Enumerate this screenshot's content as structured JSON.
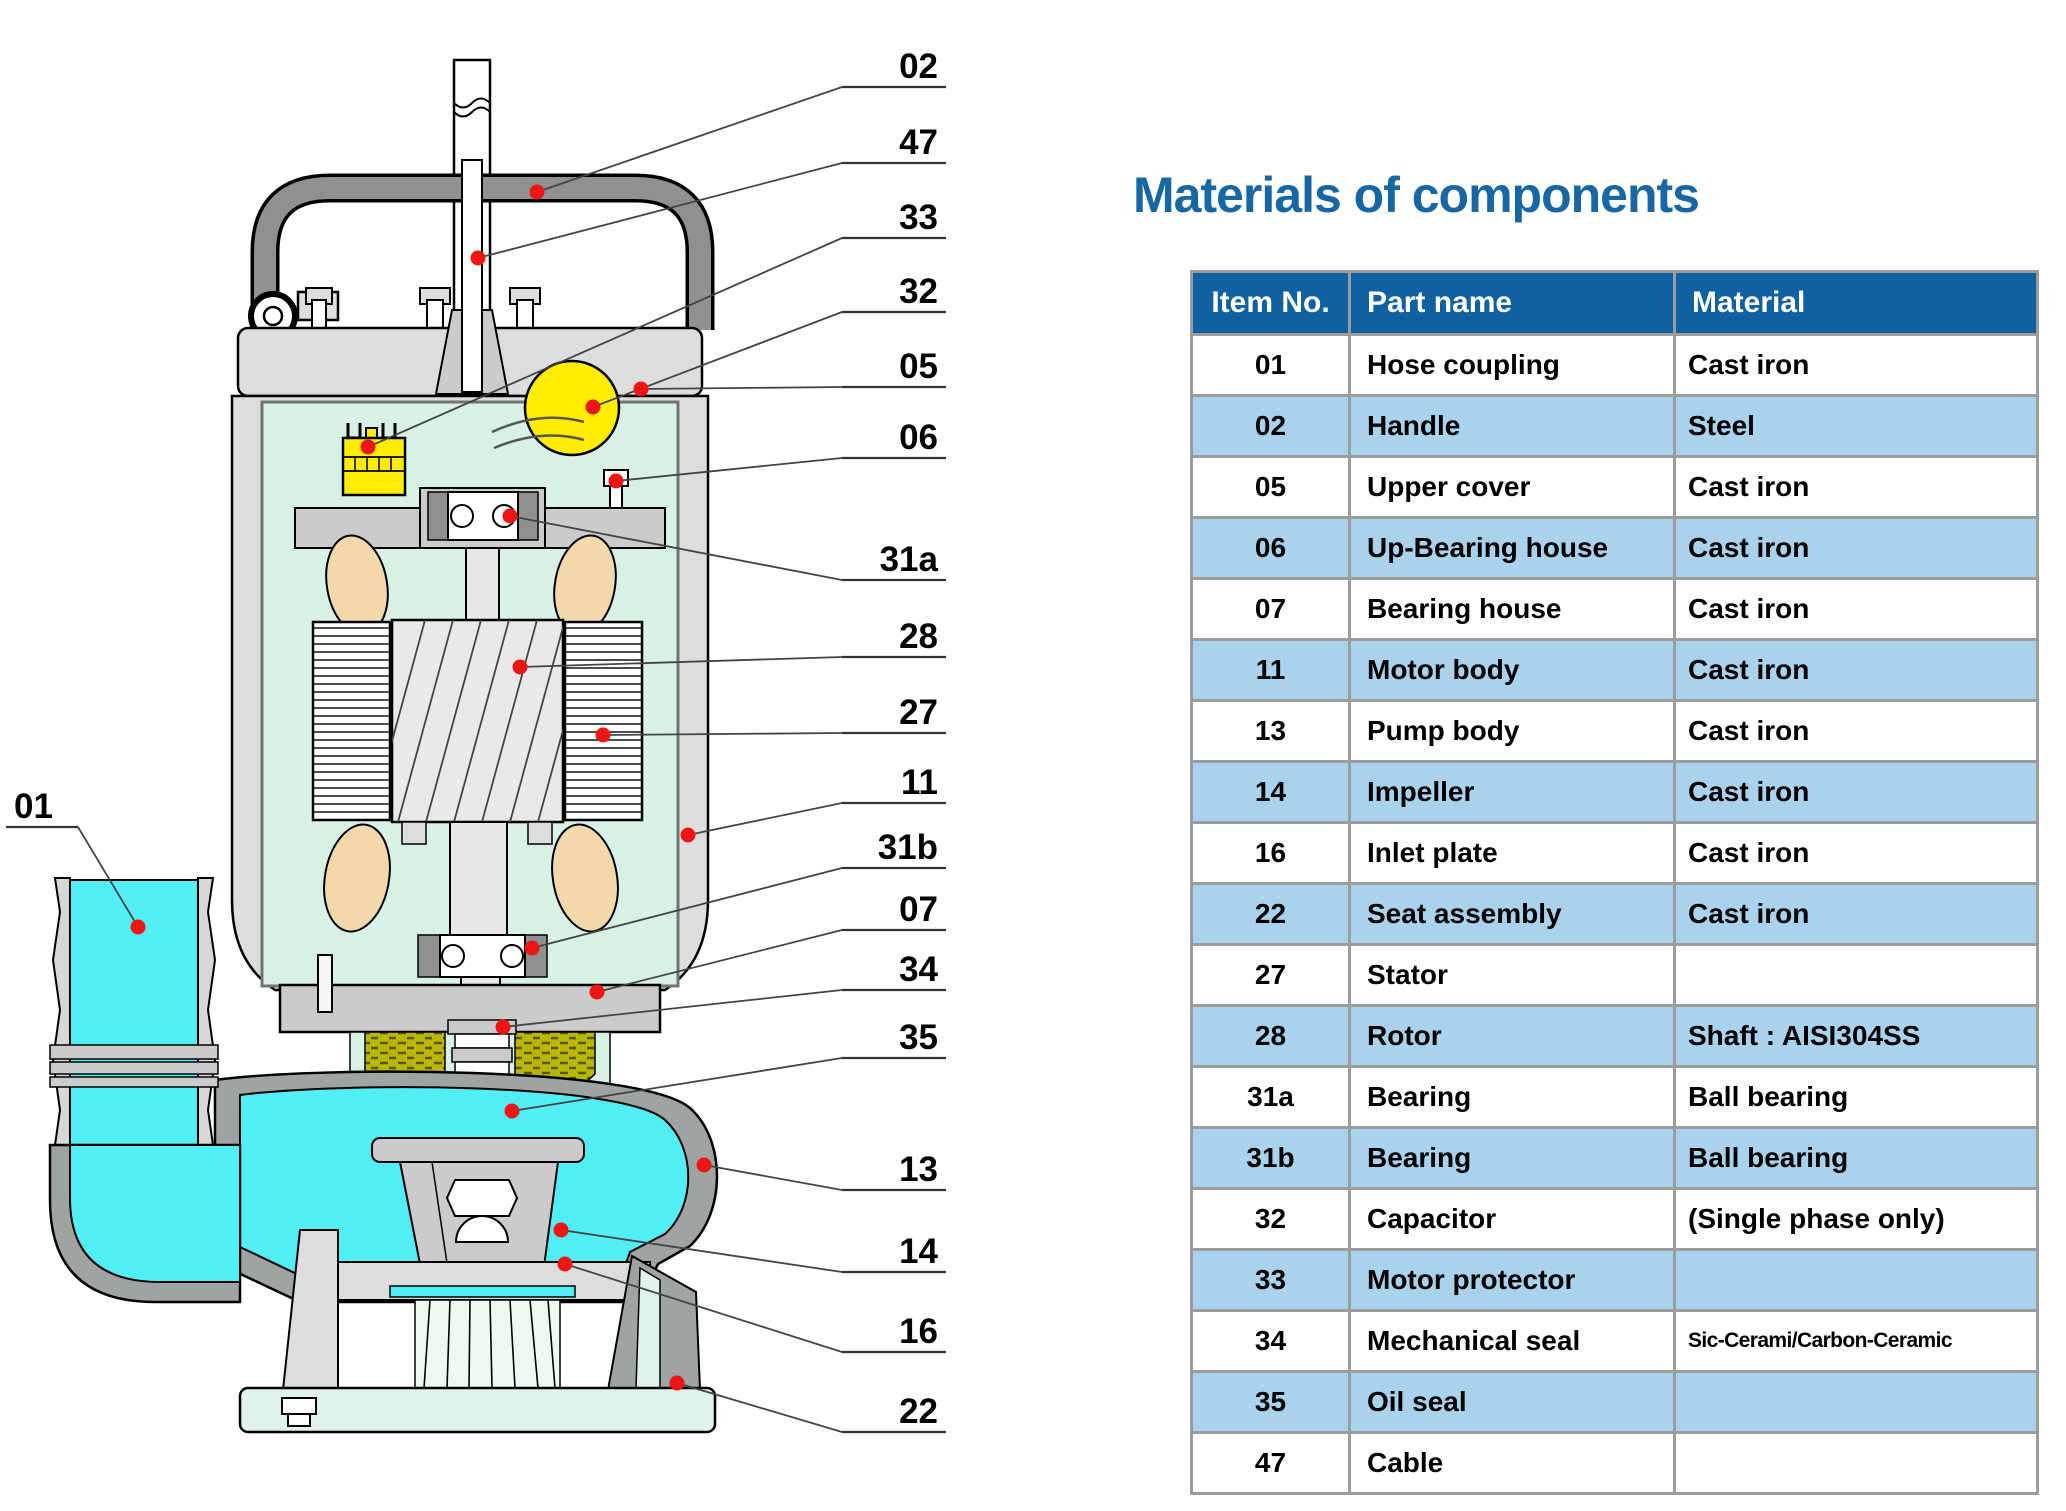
{
  "title": "Materials of components",
  "table": {
    "headers": [
      "Item No.",
      "Part name",
      "Material"
    ],
    "rows": [
      {
        "item": "01",
        "part": "Hose coupling",
        "material": "Cast iron"
      },
      {
        "item": "02",
        "part": "Handle",
        "material": "Steel"
      },
      {
        "item": "05",
        "part": "Upper cover",
        "material": "Cast iron"
      },
      {
        "item": "06",
        "part": "Up-Bearing house",
        "material": "Cast iron"
      },
      {
        "item": "07",
        "part": "Bearing house",
        "material": "Cast iron"
      },
      {
        "item": "11",
        "part": "Motor body",
        "material": "Cast iron"
      },
      {
        "item": "13",
        "part": "Pump body",
        "material": "Cast iron"
      },
      {
        "item": "14",
        "part": "Impeller",
        "material": "Cast iron"
      },
      {
        "item": "16",
        "part": "Inlet plate",
        "material": "Cast iron"
      },
      {
        "item": "22",
        "part": "Seat assembly",
        "material": "Cast iron"
      },
      {
        "item": "27",
        "part": "Stator",
        "material": ""
      },
      {
        "item": "28",
        "part": "Rotor",
        "material": "Shaft : AISI304SS"
      },
      {
        "item": "31a",
        "part": "Bearing",
        "material": "Ball bearing"
      },
      {
        "item": "31b",
        "part": "Bearing",
        "material": "Ball bearing"
      },
      {
        "item": "32",
        "part": "Capacitor",
        "material": "(Single phase only)"
      },
      {
        "item": "33",
        "part": "Motor protector",
        "material": ""
      },
      {
        "item": "34",
        "part": "Mechanical seal",
        "material": "Sic-Cerami/Carbon-Ceramic"
      },
      {
        "item": "35",
        "part": "Oil seal",
        "material": ""
      },
      {
        "item": "47",
        "part": "Cable",
        "material": ""
      }
    ]
  },
  "diagram": {
    "callouts": [
      "02",
      "47",
      "33",
      "32",
      "05",
      "06",
      "31a",
      "28",
      "27",
      "11",
      "31b",
      "07",
      "34",
      "35",
      "13",
      "14",
      "16",
      "22",
      "01"
    ]
  },
  "colors": {
    "title_blue": "#1767a5",
    "header_blue": "#1061a1",
    "row_alt_blue": "#a9d2ec",
    "callout_red": "#ee1515",
    "pump_cyan": "#52eef5",
    "interior_mint": "#d8f1e5",
    "casting_gray": "#dcdedd",
    "component_yellow": "#ffec00",
    "oil_olive": "#b9b607",
    "winding_tan": "#f2d8aa"
  }
}
